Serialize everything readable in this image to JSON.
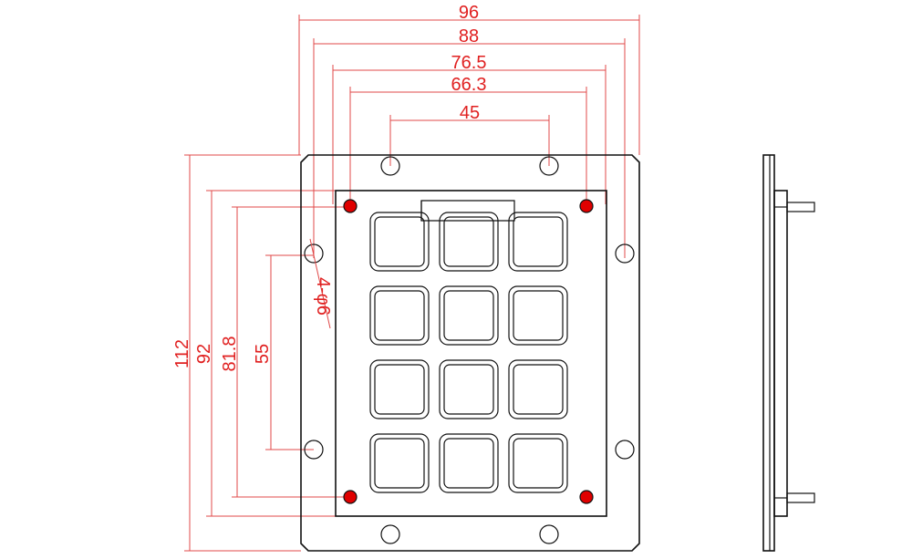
{
  "drawing": {
    "accent_color": "#e02020",
    "line_color": "#111111",
    "mount_hole_color": "#e00000",
    "horizontal_dims": {
      "d96": "96",
      "d88": "88",
      "d76_5": "76.5",
      "d66_3": "66.3",
      "d45": "45"
    },
    "vertical_dims": {
      "d112": "112",
      "d92": "92",
      "d81_8": "81.8",
      "d55": "55"
    },
    "hole_callout": "4-φ6",
    "keypad": {
      "rows": 4,
      "cols": 3
    }
  }
}
